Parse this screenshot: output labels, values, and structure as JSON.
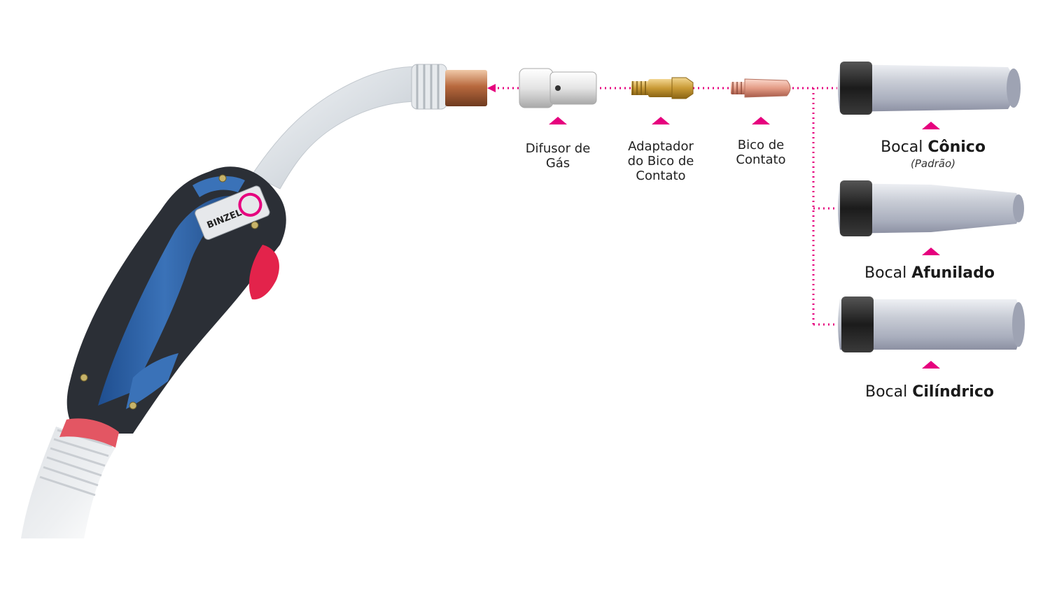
{
  "brand": {
    "logo_text": "BINZEL"
  },
  "parts": [
    {
      "id": "difusor",
      "line1": "Difusor de",
      "line2": "Gás"
    },
    {
      "id": "adaptador",
      "line1": "Adaptador",
      "line2": "do Bico de",
      "line3": "Contato"
    },
    {
      "id": "bico",
      "line1": "Bico de",
      "line2": "Contato"
    }
  ],
  "nozzles": [
    {
      "id": "conico",
      "prefix": "Bocal ",
      "name": "Cônico",
      "note": "(Padrão)"
    },
    {
      "id": "afunilado",
      "prefix": "Bocal ",
      "name": "Afunilado"
    },
    {
      "id": "cilindrico",
      "prefix": "Bocal ",
      "name": "Cilíndrico"
    }
  ],
  "colors": {
    "accent": "#e6007e",
    "handle_blue": "#2f63a8",
    "handle_dark": "#2b2f36",
    "trigger": "#e3234b"
  }
}
